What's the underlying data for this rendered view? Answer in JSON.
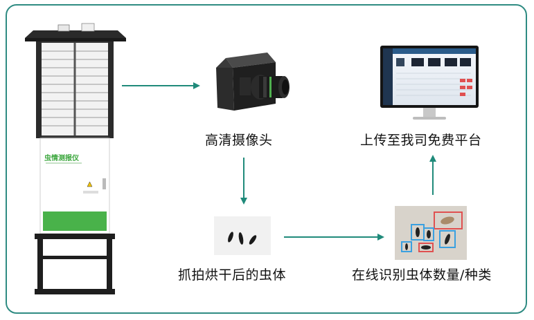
{
  "device": {
    "name": "虫情测报仪"
  },
  "steps": {
    "camera": "高清摄像头",
    "capture": "抓拍烘干后的虫体",
    "identify": "在线识别虫体数量/种类",
    "upload": "上传至我司免费平台"
  },
  "colors": {
    "frame": "#2e8b82",
    "arrow": "#1f8a7a",
    "device_green": "#3aa63c",
    "detect_red": "#e05050",
    "detect_blue": "#3aa0e0"
  }
}
